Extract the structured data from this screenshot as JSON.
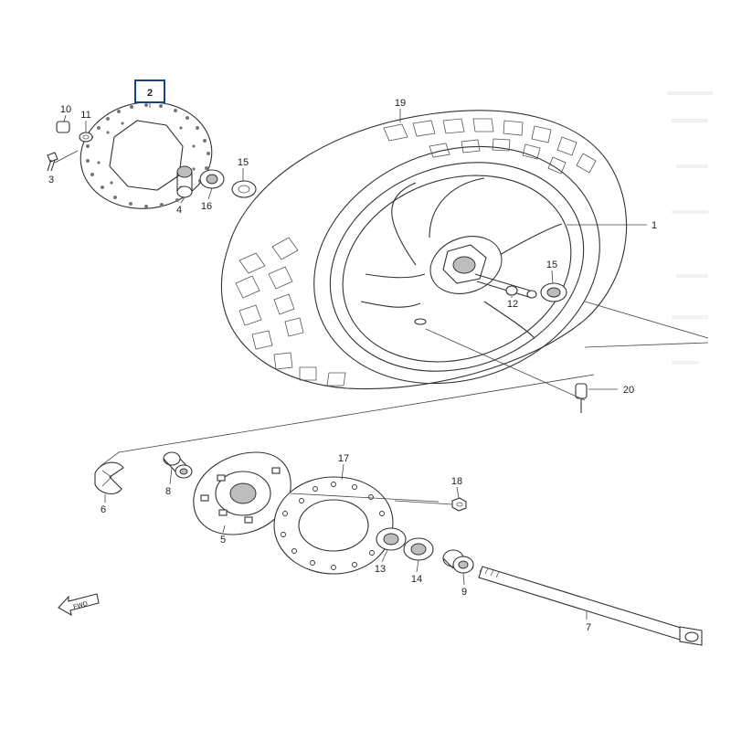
{
  "callouts": {
    "c1": "1",
    "c2": "2",
    "c3": "3",
    "c4": "4",
    "c5": "5",
    "c6": "6",
    "c7": "7",
    "c8": "8",
    "c9": "9",
    "c10": "10",
    "c11": "11",
    "c12": "12",
    "c13": "13",
    "c14": "14",
    "c15a": "15",
    "c15b": "15",
    "c16": "16",
    "c17": "17",
    "c18": "18",
    "c19": "19",
    "c20": "20"
  },
  "highlight": {
    "part": "2",
    "color": "#1a3f8f"
  },
  "fwd_arrow": {
    "label": "FWD"
  }
}
